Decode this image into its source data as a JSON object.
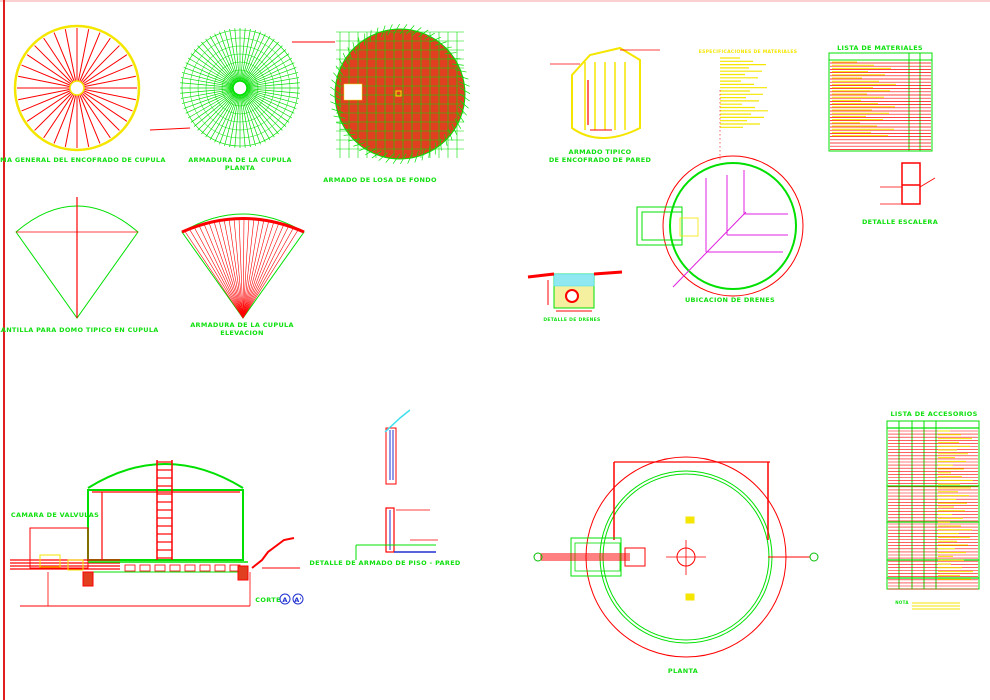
{
  "colors": {
    "red": "#ff0000",
    "green": "#00e000",
    "yellow": "#f5e600",
    "magenta": "#e020e0",
    "blue": "#2030d0",
    "cyan": "#40e0f0"
  },
  "labels": {
    "forma_general": "FORMA GENERAL DEL ENCOFRADO DE CUPULA",
    "armadura_planta_1": "ARMADURA DE LA CUPULA",
    "armadura_planta_2": "PLANTA",
    "armado_losa": "ARMADO DE LOSA DE FONDO",
    "plantilla_domo": "PLANTILLA PARA DOMO TIPICO EN CUPULA",
    "armadura_elev_1": "ARMADURA DE LA CUPULA",
    "armadura_elev_2": "ELEVACION",
    "armado_tipico_1": "ARMADO TIPICO",
    "armado_tipico_2": "DE ENCOFRADO DE PARED",
    "especificaciones": "ESPECIFICACIONES DE MATERIALES",
    "lista_materiales": "LISTA DE MATERIALES",
    "detalle_escalera": "DETALLE ESCALERA",
    "ubicacion_drenes": "UBICACION DE DRENES",
    "detalle_drenes": "DETALLE DE DRENES",
    "camara_valvulas": "CAMARA DE VALVULAS",
    "detalle_piso_pared": "DETALLE DE ARMADO DE PISO - PARED",
    "corte": "CORTE",
    "section_a": "A",
    "section_a_prime": "A'",
    "lista_accesorios": "LISTA DE ACCESORIOS",
    "planta": "PLANTA",
    "nota": "NOTA"
  }
}
